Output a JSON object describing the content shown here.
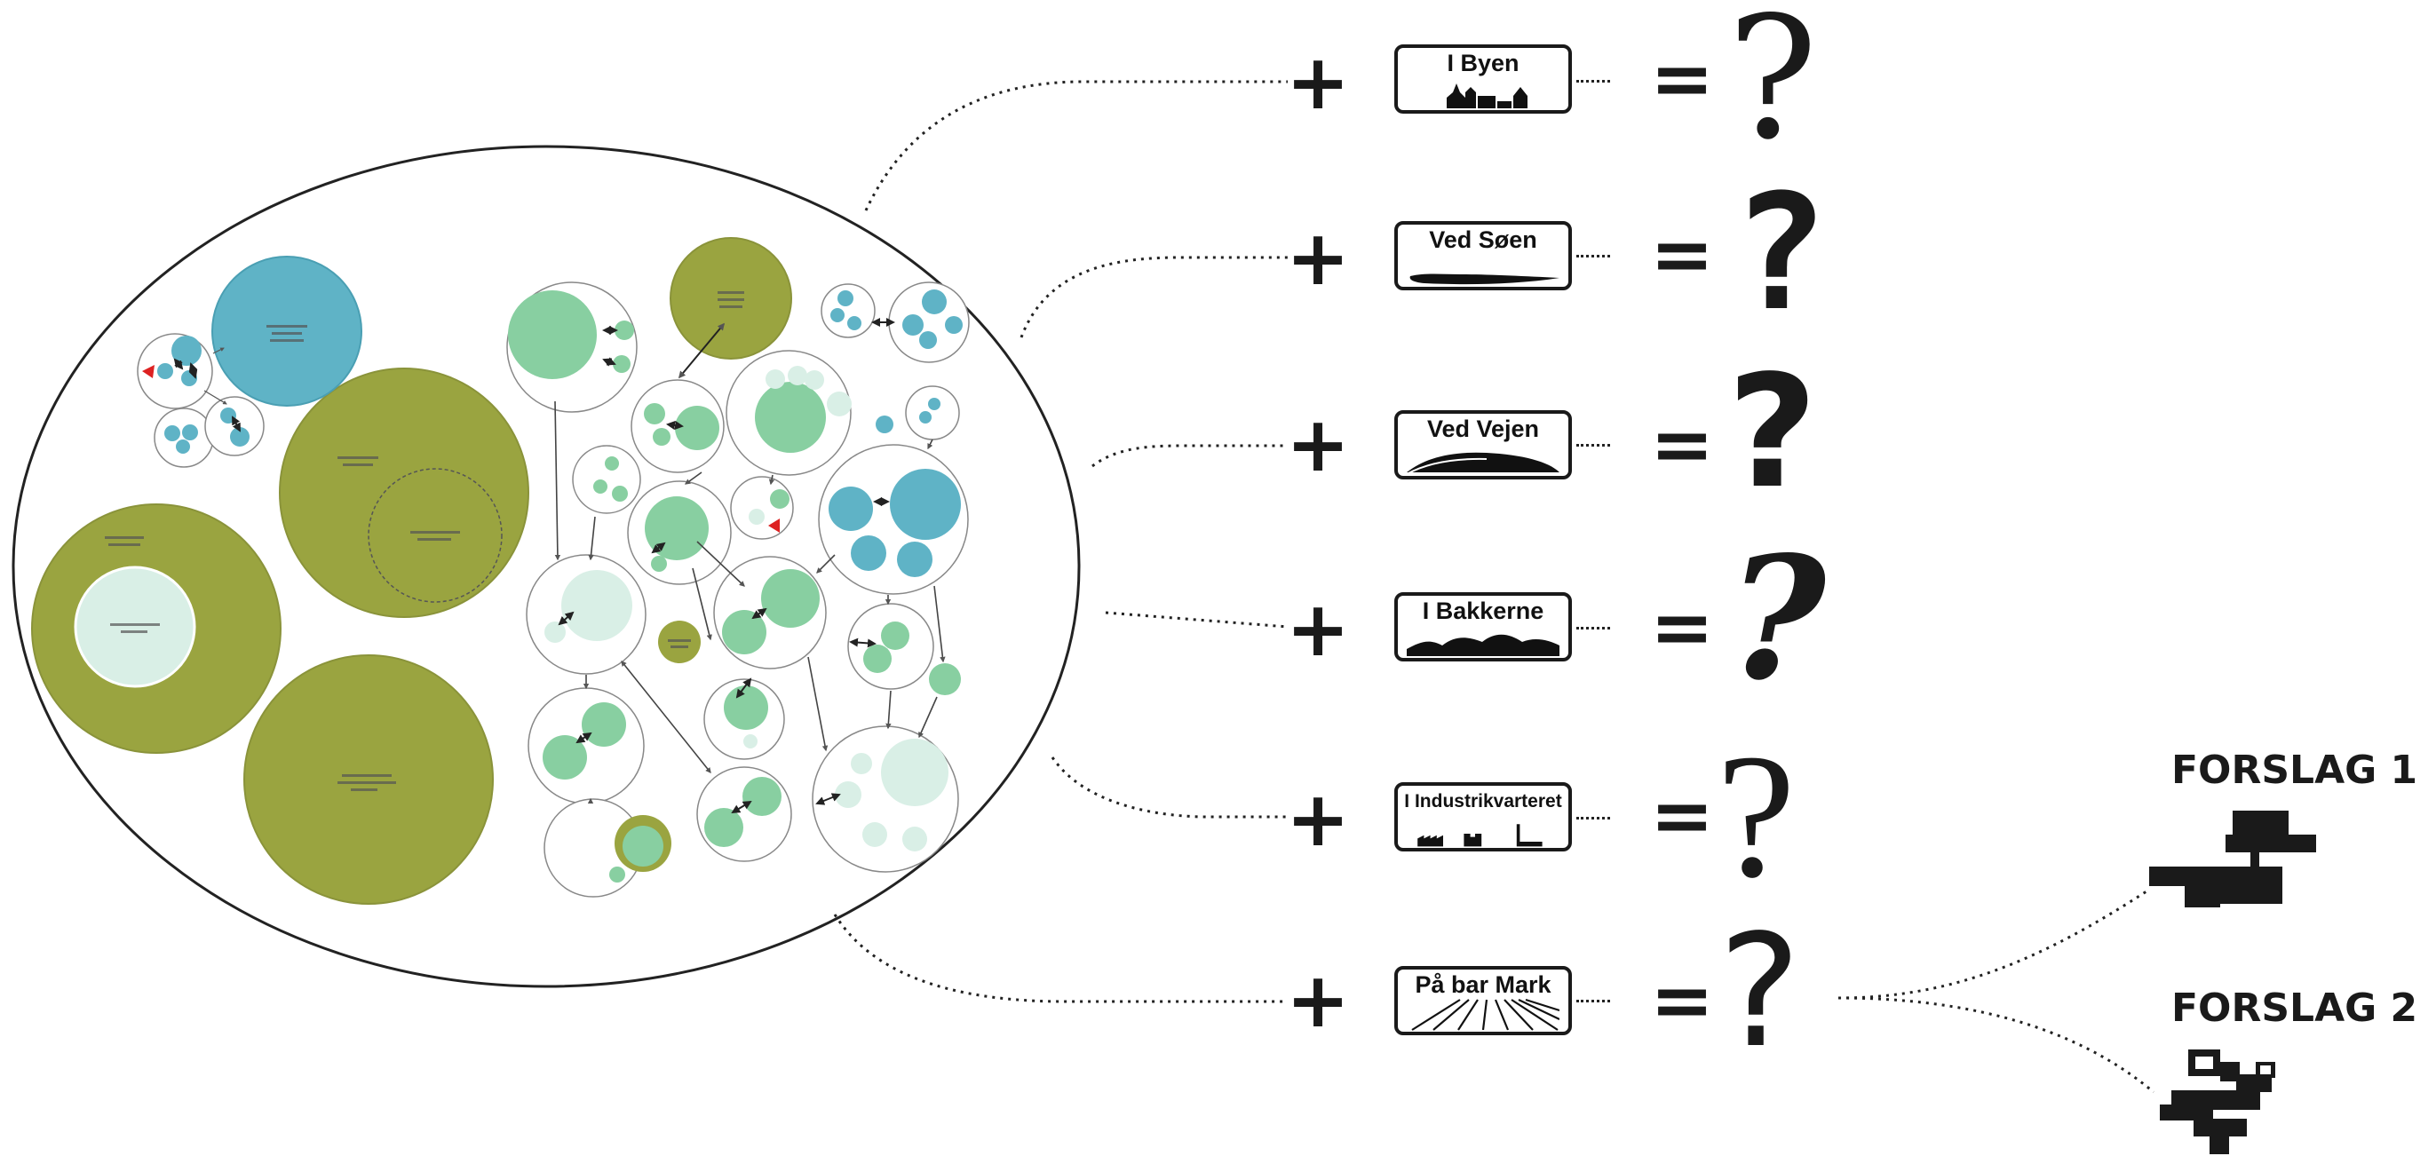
{
  "sites": [
    {
      "label": "I Byen",
      "icon": "town-silhouette-icon"
    },
    {
      "label": "Ved Søen",
      "icon": "lake-shore-icon"
    },
    {
      "label": "Ved Vejen",
      "icon": "road-icon"
    },
    {
      "label": "I Bakkerne",
      "icon": "hills-icon"
    },
    {
      "label": "I Industrikvarteret",
      "icon": "factory-icon"
    },
    {
      "label": "På bar Mark",
      "icon": "field-rows-icon"
    }
  ],
  "operator_plus": "+",
  "operator_equals": "=",
  "question_mark": "?",
  "proposals": [
    {
      "title": "FORSLAG 1",
      "icon": "plan-layout-1-icon"
    },
    {
      "title": "FORSLAG 2",
      "icon": "plan-layout-2-icon"
    }
  ],
  "colors": {
    "olive": "#9aa440",
    "teal": "#5fb3c6",
    "mint": "#88cfa1",
    "pale": "#d9efe6",
    "ink": "#1a1a1a",
    "marker": "#dd2222"
  }
}
